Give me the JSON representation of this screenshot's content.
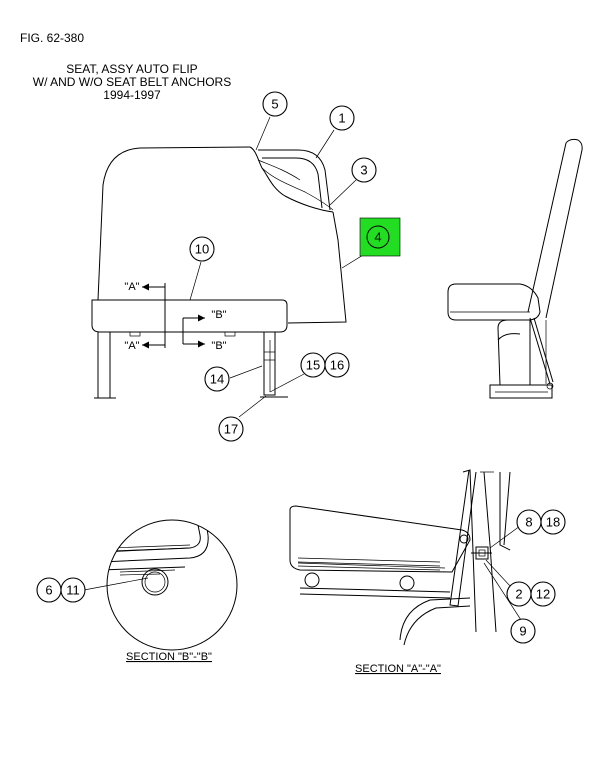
{
  "figure": {
    "fig_label": "FIG.  62-380",
    "title_lines": [
      "SEAT, ASSY AUTO FLIP",
      "W/ AND W/O SEAT BELT ANCHORS",
      "1994-1997"
    ]
  },
  "callouts": {
    "c1": "1",
    "c2": "2",
    "c3": "3",
    "c4": "4",
    "c5": "5",
    "c6": "6",
    "c8": "8",
    "c9": "9",
    "c10": "10",
    "c11": "11",
    "c12": "12",
    "c14": "14",
    "c15": "15",
    "c16": "16",
    "c17": "17",
    "c18": "18"
  },
  "section_markers": {
    "a_top": "\"A\"",
    "a_bottom": "\"A\"",
    "b_top": "\"B\"",
    "b_bottom": "\"B\""
  },
  "section_titles": {
    "b": "SECTION \"B\"-\"B\"",
    "a": "SECTION \"A\"-\"A\""
  },
  "colors": {
    "highlight": "#22dd22"
  }
}
